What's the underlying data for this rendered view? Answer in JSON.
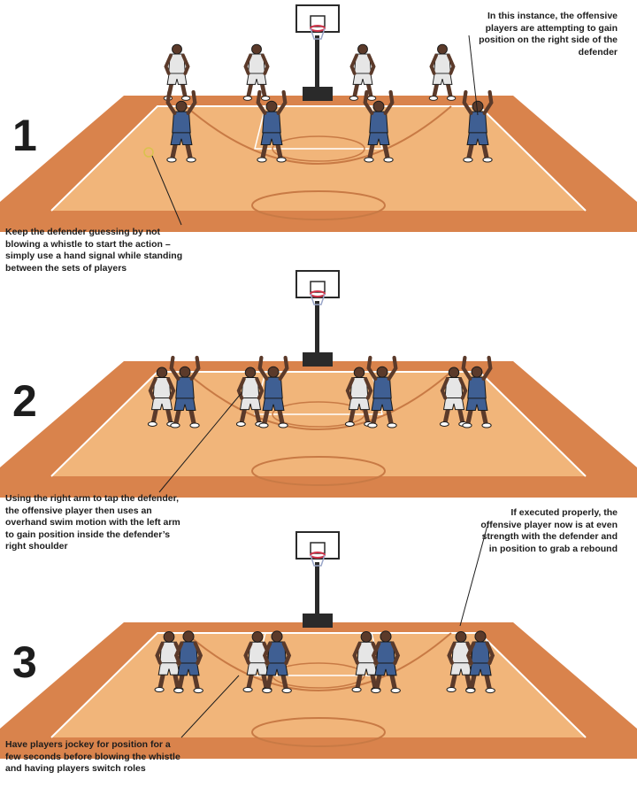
{
  "steps": [
    {
      "number": "1",
      "notes": [
        "In this instance, the offensive players are attempting to gain position on the right side of the defender",
        "Keep the defender guessing by not blowing a whistle to start the action – simply use a hand signal while standing between the sets of players"
      ]
    },
    {
      "number": "2",
      "notes": [
        "Using the right arm to tap the defender, the offensive player then uses an overhand swim motion with the left arm to gain position inside the defender’s right shoulder"
      ]
    },
    {
      "number": "3",
      "notes": [
        "If executed properly, the offensive player now is at even strength with the defender and in position to grab a rebound",
        "Have players jockey for position for a few seconds before blowing the whistle and having players switch roles"
      ]
    }
  ],
  "colors": {
    "court_floor": "#f1b57a",
    "court_border": "#d9834c",
    "court_lines": "#ffffff",
    "paint_arc": "#c87a45",
    "defender_jersey": "#3f5f93",
    "offense_jersey": "#e6e6e6",
    "skin": "#5b3a2a",
    "stanchion": "#2a2a2a",
    "rim": "#d0344a",
    "text": "#1d1d1d"
  },
  "icons": {
    "hoop": "basketball-hoop-icon",
    "player": "player-figure-icon",
    "whistle_marker": "hand-signal-marker-icon"
  }
}
